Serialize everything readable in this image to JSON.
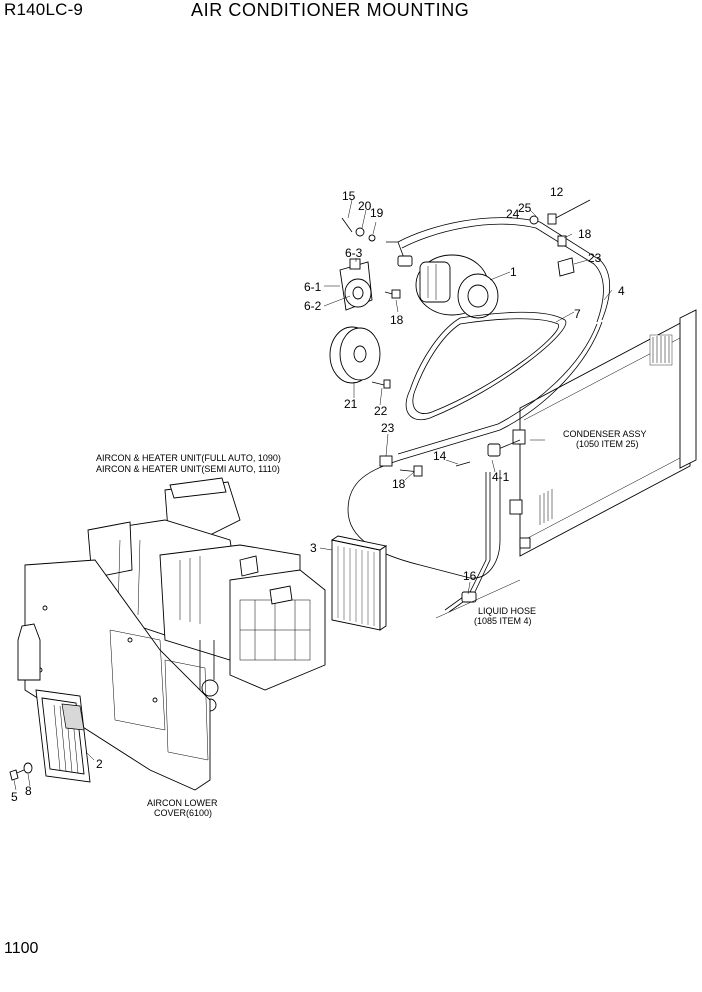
{
  "header": {
    "model": "R140LC-9",
    "title": "AIR CONDITIONER MOUNTING"
  },
  "footer": {
    "page_number": "1100"
  },
  "callouts": {
    "c1": "1",
    "c2": "2",
    "c3": "3",
    "c4": "4",
    "c4_1": "4-1",
    "c5": "5",
    "c6_1": "6-1",
    "c6_2": "6-2",
    "c6_3": "6-3",
    "c7": "7",
    "c8": "8",
    "c12": "12",
    "c14": "14",
    "c15": "15",
    "c16": "16",
    "c18_a": "18",
    "c18_b": "18",
    "c18_c": "18",
    "c19": "19",
    "c20": "20",
    "c21": "21",
    "c22": "22",
    "c23_a": "23",
    "c23_b": "23",
    "c24": "24",
    "c25": "25"
  },
  "notes": {
    "condenser_l1": "CONDENSER ASSY",
    "condenser_l2": "(1050 ITEM 25)",
    "aircon_full": "AIRCON & HEATER UNIT(FULL AUTO, 1090)",
    "aircon_semi": "AIRCON & HEATER UNIT(SEMI AUTO, 1110)",
    "liquid_l1": "LIQUID HOSE",
    "liquid_l2": "(1085 ITEM 4)",
    "cover_l1": "AIRCON LOWER",
    "cover_l2": "COVER(6100)"
  }
}
